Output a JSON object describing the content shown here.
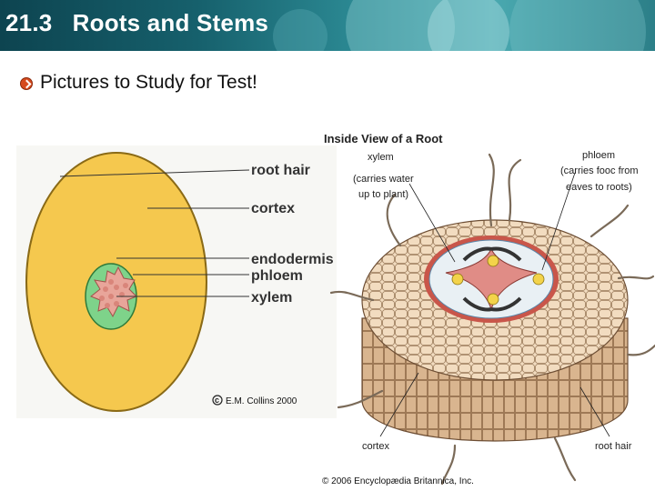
{
  "header": {
    "title": "21.3   Roots and Stems"
  },
  "slide": {
    "subtitle": "Pictures to Study for Test!"
  },
  "figure_left": {
    "labels": {
      "root_hair": "root hair",
      "cortex": "cortex",
      "endodermis": "endodermis",
      "phloem": "phloem",
      "xylem": "xylem"
    },
    "copyright": "E.M. Collins 2000"
  },
  "figure_right": {
    "title": "Inside View of a Root",
    "xylem_label": "xylem",
    "xylem_note_line1": "(carries water",
    "xylem_note_line2": "up to plant)",
    "phloem_label": "phloem",
    "phloem_note_line1": "(carries fooc from",
    "phloem_note_line2": "eaves to roots)",
    "cortex_label": "cortex",
    "root_hair_label": "root hair",
    "copyright": "© 2006 Encyclopædia Britannica, Inc."
  },
  "colors": {
    "header_bg": "#16606c",
    "bullet": "#d64a1e",
    "cortex_fill": "#f5c84e",
    "stele_fill": "#7ed38a",
    "xylem_fill": "#e8a59a"
  }
}
